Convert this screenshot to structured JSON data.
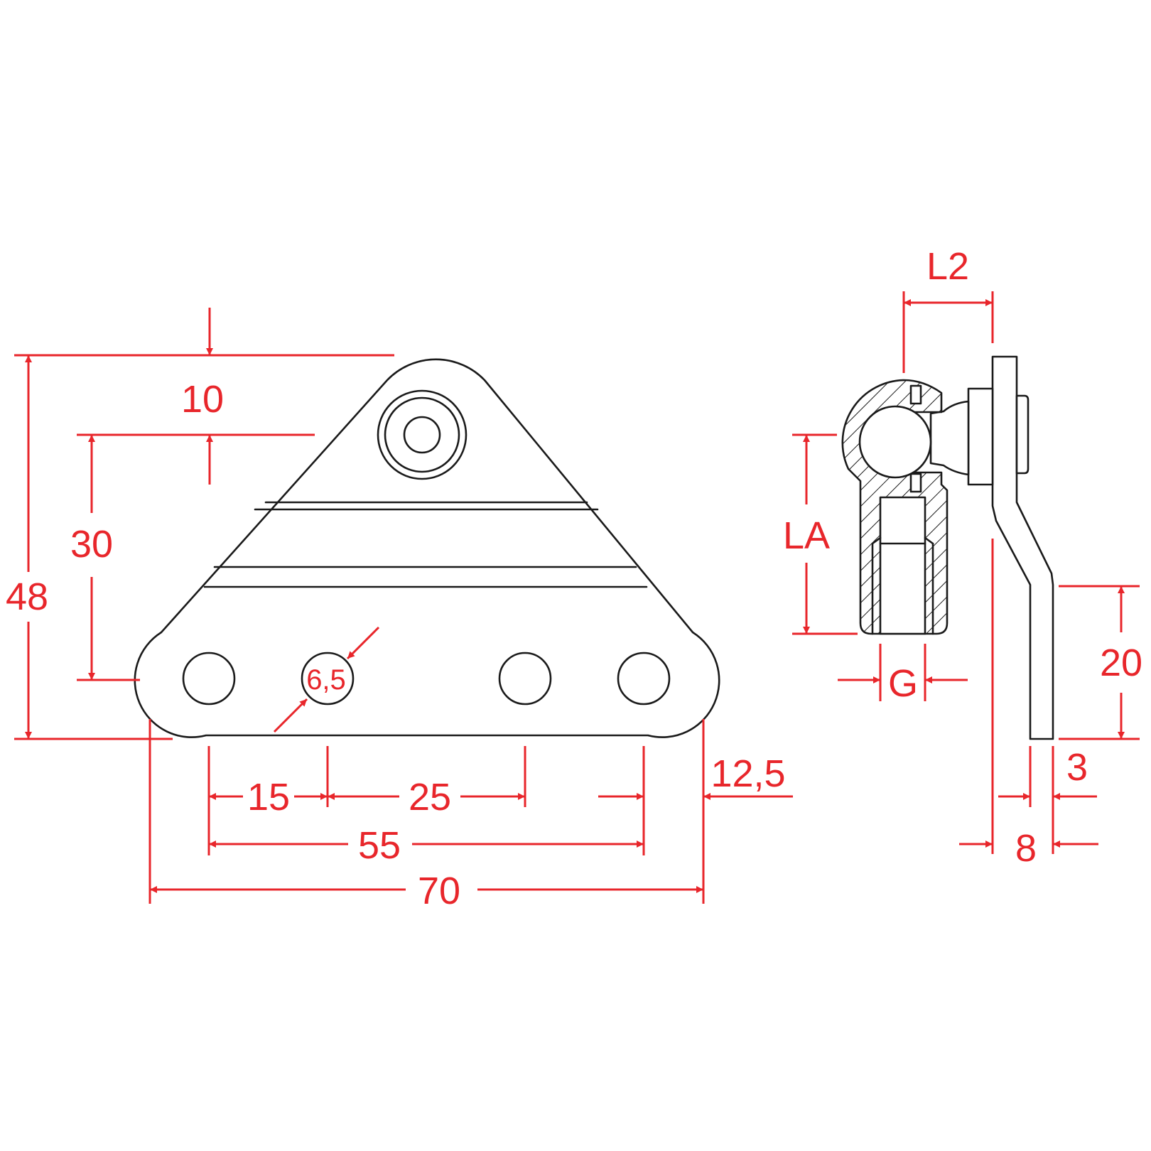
{
  "colors": {
    "part_outline": "#1a1a1a",
    "dimension": "#e8262b",
    "background": "#ffffff"
  },
  "front_view": {
    "dims": {
      "top_offset": "10",
      "hole_height": "30",
      "total_height": "48",
      "hole_diameter": "6,5",
      "spacing_left": "15",
      "spacing_middle": "25",
      "hole_span": "55",
      "overall_width": "70",
      "edge_offset": "12,5"
    }
  },
  "side_view": {
    "dims": {
      "ball_offset": "L2",
      "socket_length": "LA",
      "thread": "G",
      "leg_height": "20",
      "thickness": "3",
      "overall_depth": "8"
    }
  }
}
